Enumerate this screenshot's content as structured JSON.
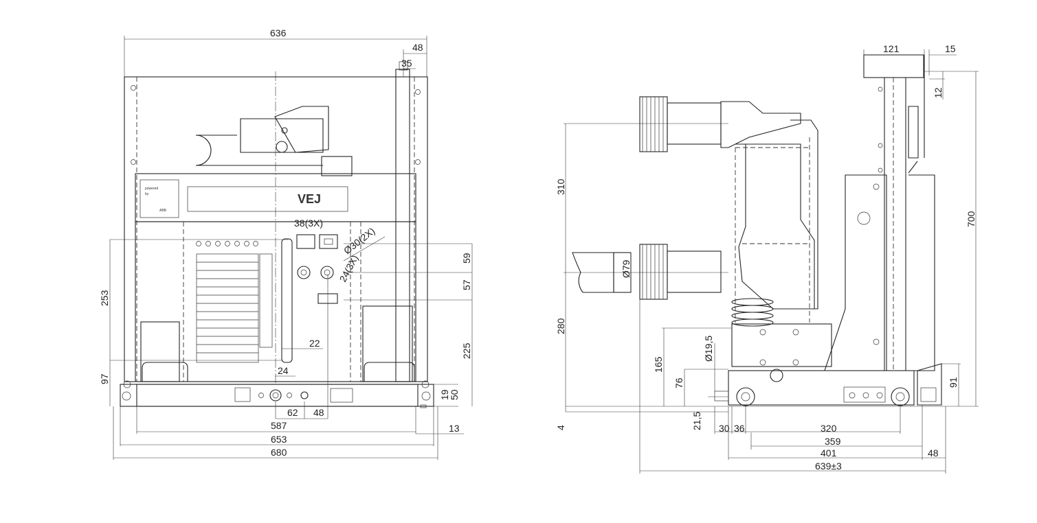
{
  "front_view": {
    "nameplate_text": "VEJ",
    "label_line1": "powered",
    "label_line2": "by",
    "logo": "ABB",
    "dims": {
      "d636": "636",
      "d48_top": "48",
      "d35": "35",
      "d38": "38(3X)",
      "d30": "Ø30(2X)",
      "d24_3x": "24(3X)",
      "d59": "59",
      "d57": "57",
      "d225": "225",
      "d253": "253",
      "d97": "97",
      "d22": "22",
      "d24": "24",
      "d62": "62",
      "d48": "48",
      "d19": "19",
      "d50": "50",
      "d587": "587",
      "d653": "653",
      "d13": "13",
      "d680": "680"
    }
  },
  "side_view": {
    "dims": {
      "d121": "121",
      "d15": "15",
      "d12": "12",
      "d700": "700",
      "d310": "310",
      "d79": "Ø79",
      "d280": "280",
      "d19_5": "Ø19,5",
      "d165": "165",
      "d76": "76",
      "d4": "4",
      "d21_5": "21,5",
      "d30": "30",
      "d36": "36",
      "d320": "320",
      "d359": "359",
      "d401": "401",
      "d48": "48",
      "d639": "639±3",
      "d91": "91"
    }
  }
}
